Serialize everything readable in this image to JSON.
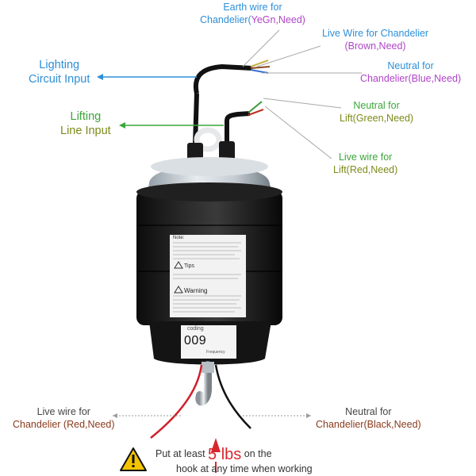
{
  "labels": {
    "earth": {
      "line1": "Earth wire for",
      "line2a": "Chandelier(",
      "line2b": "YeGn,Need)"
    },
    "live_chand": {
      "line1": "Live Wire for Chandelier",
      "line2": "(Brown,Need)"
    },
    "neutral_chand": {
      "line1": "Neutral for",
      "line2": "Chandelier(Blue,Need)"
    },
    "lighting": {
      "line1": "Lighting",
      "line2": "Circuit Input"
    },
    "lifting": {
      "line1": "Lifting",
      "line2": "Line Input"
    },
    "neutral_lift": {
      "line1": "Neutral for",
      "line2": "Lift(Green,Need)"
    },
    "live_lift": {
      "line1": "Live wire for",
      "line2": "Lift(Red,Need)"
    },
    "live_bottom": {
      "line1": "Live wire for",
      "line2": "Chandelier (Red,Need)"
    },
    "neutral_bottom": {
      "line1": "Neutral for",
      "line2": "Chandelier(Black,Need)"
    }
  },
  "device": {
    "label_note": "Note:",
    "label_tips": "Tips",
    "label_warning": "Warning",
    "label_coding": "coding",
    "code": "009",
    "label_frequency": "Frequency"
  },
  "warning": {
    "text_pre": "Put at least",
    "weight": "5 lbs",
    "text_post": "on the",
    "line2": "hook at any time when working"
  },
  "colors": {
    "blue": "#2d8fd8",
    "green": "#3aa63a",
    "olive": "#7d8a1a",
    "purple": "#b045c9",
    "brown_red": "#8a3b1c",
    "accent_red": "#d9262c"
  }
}
